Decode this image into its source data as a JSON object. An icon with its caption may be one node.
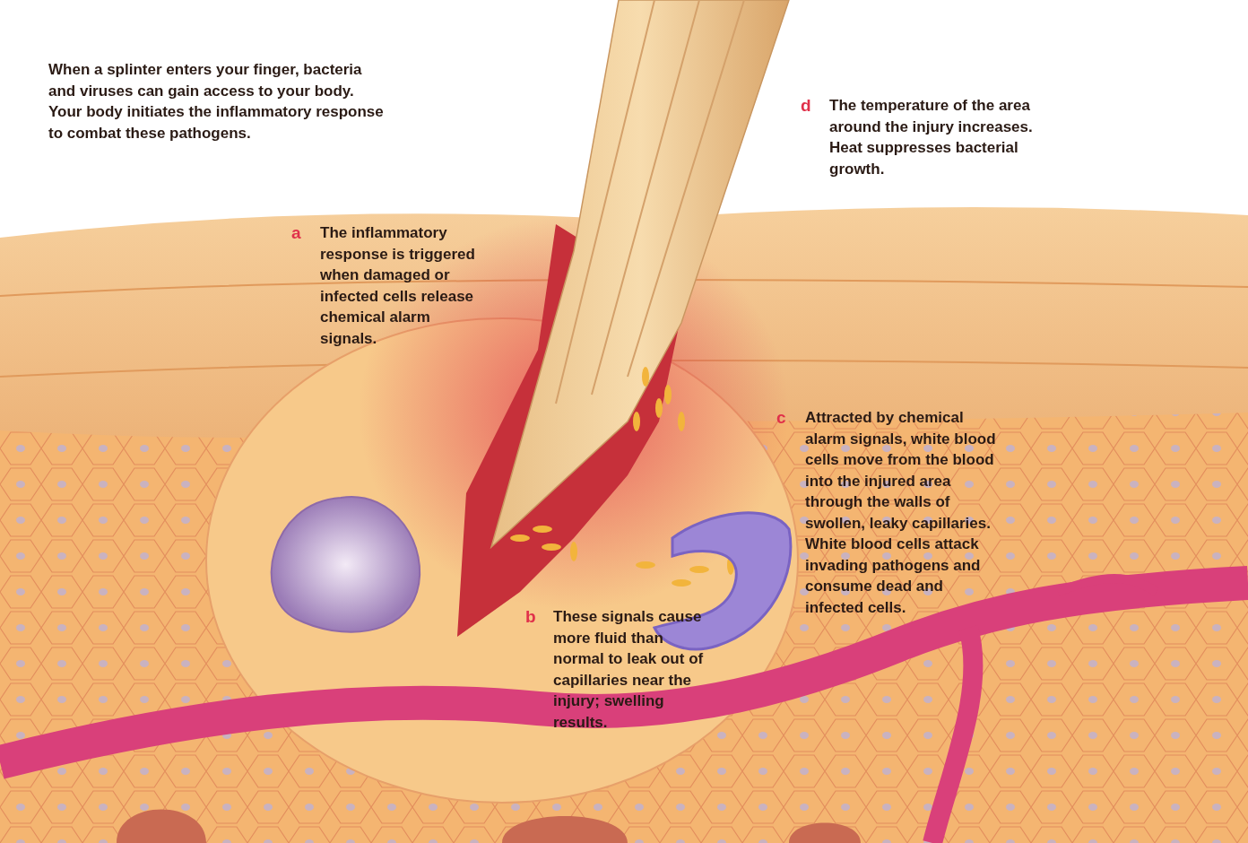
{
  "diagram": {
    "labels": [
      "When a splinter enters your finger, bacteria and viruses can gain access to your body. Your body initiates the inflammatory response to combat these pathogens.",
      "d",
      "The temperature of the area around the injury increases. Heat suppresses bacterial growth.",
      "a",
      "The inflammatory response is triggered when damaged or infected cells release chemical alarm signals.",
      "c",
      "Attracted by chemical alarm signals, white blood cells move from the blood into the injured area through the walls of swollen, leaky capillaries. White blood cells attack invading pathogens and consume dead and infected cells.",
      "b",
      "These signals cause more fluid than normal to leak out of capillaries near the injury; swelling results."
    ]
  }
}
